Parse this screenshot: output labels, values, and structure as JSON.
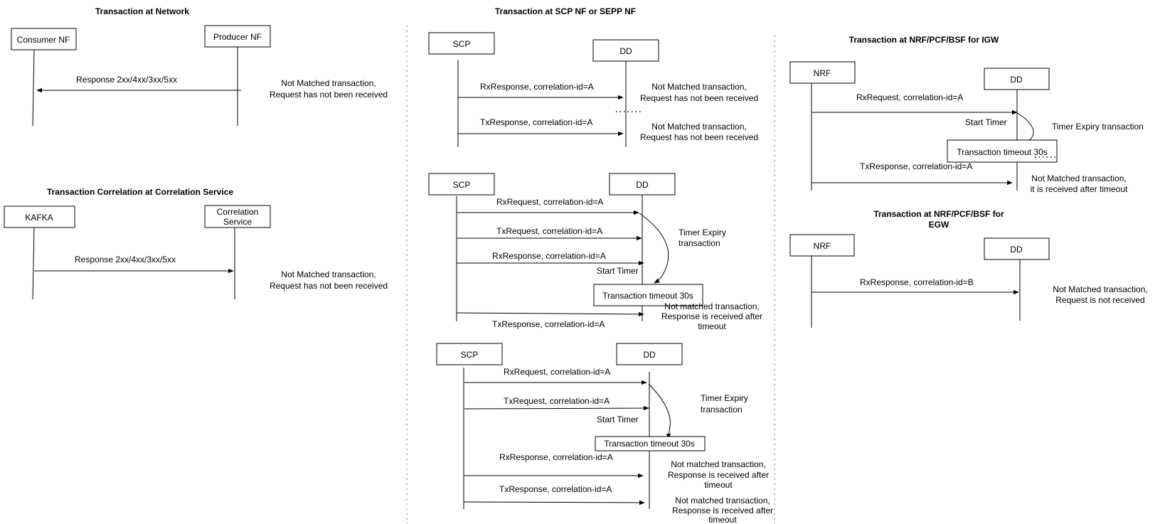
{
  "colors": {
    "line": "#000000",
    "separator": "#9e9e9e",
    "background": "#ffffff"
  },
  "titles": {
    "network": "Transaction at Network",
    "correlation": "Transaction Correlation at Correlation Service",
    "scp_sepp": "Transaction at SCP NF or SEPP NF",
    "igw": "Transaction at NRF/PCF/BSF for IGW",
    "egw_1": "Transaction at NRF/PCF/BSF for",
    "egw_2": "EGW"
  },
  "actors": {
    "consumer": "Consumer NF",
    "producer": "Producer NF",
    "kafka": "KAFKA",
    "correlation_1": "Correlation",
    "correlation_2": "Service",
    "scp": "SCP",
    "dd": "DD",
    "nrf": "NRF"
  },
  "messages": {
    "resp_all": "Response 2xx/4xx/3xx/5xx",
    "rx_req_a": "RxRequest, correlation-id=A",
    "tx_req_a": "TxRequest, correlation-id=A",
    "rx_resp_a": "RxResponse, correlation-id=A",
    "tx_resp_a": "TxResponse, correlation-id=A",
    "rx_resp_b": "RxResponse, correlation-id=B"
  },
  "notes": {
    "nm_req_1": "Not Matched transaction,",
    "nm_req_2": "Request has not been received",
    "nm_timeout_1": "Not matched transaction,",
    "nm_timeout_2": "Response is received after",
    "nm_timeout_3": "timeout",
    "igw_nm_1": "Not Matched transaction,",
    "igw_nm_2": "it is received after timeout",
    "egw_nm_1": "Not Matched transaction,",
    "egw_nm_2": "Request is not received",
    "start_timer": "Start Timer",
    "timer_expiry_1": "Timer Expiry",
    "timer_expiry_2": "transaction",
    "timer_expiry_full": "Timer Expiry transaction",
    "timeout_box": "Transaction timeout 30s"
  }
}
